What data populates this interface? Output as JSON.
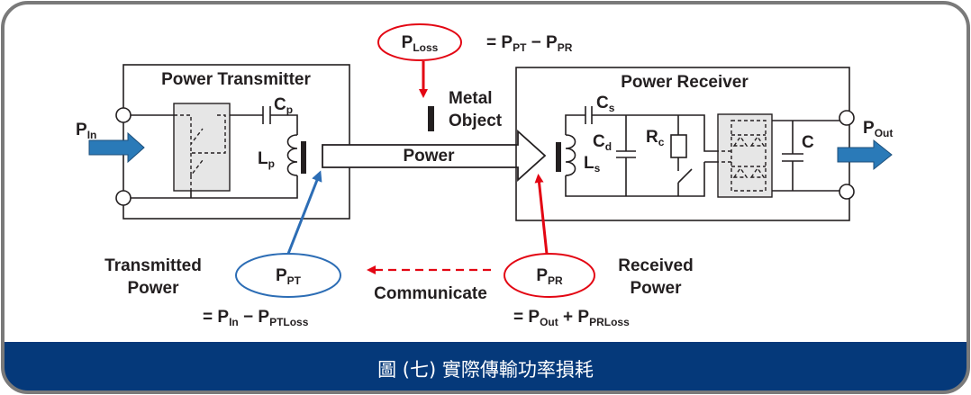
{
  "colors": {
    "frame": "#7a7a7a",
    "caption_band": "#05397a",
    "blue": "#2c6db5",
    "red": "#e30613",
    "flow_arrow": "#2a7ab8",
    "module_fill": "#e6e6e6"
  },
  "transmitter": {
    "title": "Power Transmitter",
    "cp": {
      "base": "C",
      "sub": "p"
    },
    "lp": {
      "base": "L",
      "sub": "p"
    }
  },
  "receiver": {
    "title": "Power Receiver",
    "cs": {
      "base": "C",
      "sub": "s"
    },
    "cd": {
      "base": "C",
      "sub": "d"
    },
    "rc": {
      "base": "R",
      "sub": "c"
    },
    "ls": {
      "base": "L",
      "sub": "s"
    },
    "c": "C"
  },
  "p_in": {
    "base": "P",
    "sub": "In"
  },
  "p_out": {
    "base": "P",
    "sub": "Out"
  },
  "power_arrow": "Power",
  "metal_object": {
    "line1": "Metal",
    "line2": "Object"
  },
  "p_loss": {
    "base": "P",
    "sub": "Loss",
    "eq": "= P",
    "eq_sub1": "PT",
    "minus": " − P",
    "eq_sub2": "PR"
  },
  "p_pt": {
    "base": "P",
    "sub": "PT",
    "label1": "Transmitted",
    "label2": "Power",
    "eq": "= P",
    "eq_sub1": "In",
    "op": " − P",
    "eq_sub2": "PTLoss"
  },
  "p_pr": {
    "base": "P",
    "sub": "PR",
    "label1": "Received",
    "label2": "Power",
    "eq": "= P",
    "eq_sub1": "Out",
    "op": " + P",
    "eq_sub2": "PRLoss"
  },
  "communicate": "Communicate",
  "caption": "圖 (七) 實際傳輸功率損耗"
}
